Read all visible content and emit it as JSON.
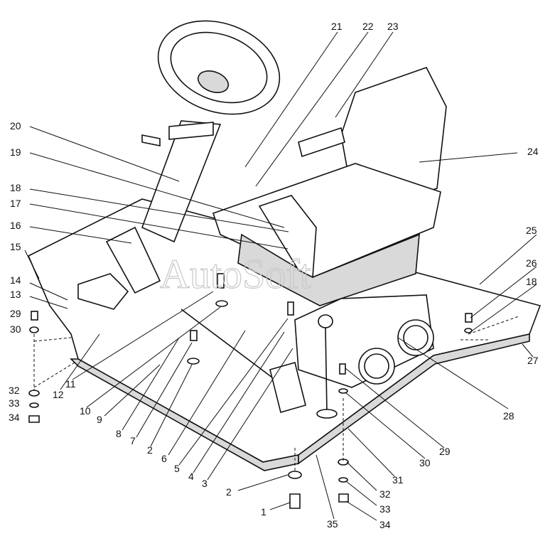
{
  "watermark": "AutoSoft",
  "callouts": [
    "21",
    "22",
    "23",
    "24",
    "20",
    "19",
    "18",
    "17",
    "16",
    "15",
    "25",
    "26",
    "18",
    "14",
    "13",
    "29",
    "30",
    "27",
    "12",
    "11",
    "10",
    "9",
    "8",
    "7",
    "2",
    "6",
    "5",
    "4",
    "3",
    "28",
    "29",
    "30",
    "31",
    "32",
    "33",
    "34",
    "2",
    "1",
    "35",
    "32",
    "33",
    "34"
  ]
}
